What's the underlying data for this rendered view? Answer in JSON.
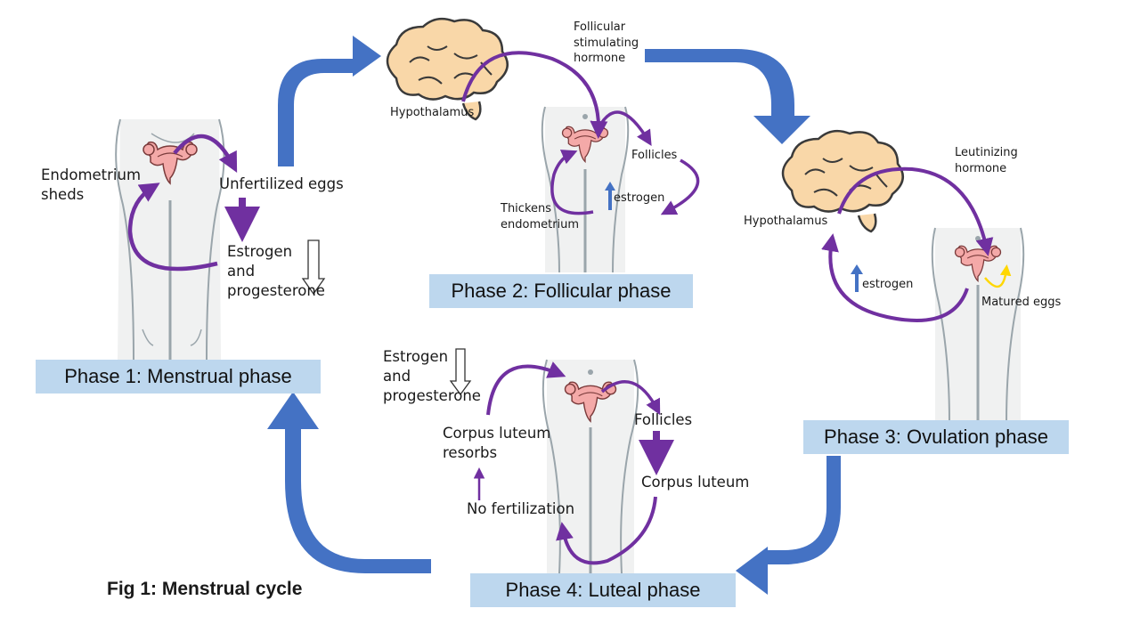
{
  "caption": "Fig 1: Menstrual cycle",
  "phases": {
    "p1": "Phase 1: Menstrual phase",
    "p2": "Phase 2: Follicular phase",
    "p3": "Phase 3: Ovulation phase",
    "p4": "Phase 4: Luteal phase"
  },
  "phase1": {
    "endometrium_sheds": "Endometrium\nsheds",
    "unfertilized_eggs": "Unfertilized eggs",
    "estrogen_progesterone": "Estrogen\nand\nprogesterone"
  },
  "phase2": {
    "hormone": "Follicular\nstimulating\nhormone",
    "hypothalamus": "Hypothalamus",
    "follicles": "Follicles",
    "thickens": "Thickens\nendometrium",
    "estrogen": "estrogen"
  },
  "phase3": {
    "hormone": "Leutinizing\nhormone",
    "hypothalamus": "Hypothalamus",
    "estrogen": "estrogen",
    "matured_eggs": "Matured eggs"
  },
  "phase4": {
    "estrogen_progesterone": "Estrogen\nand\nprogesterone",
    "corpus_resorbs": "Corpus luteum\nresorbs",
    "no_fertilization": "No fertilization",
    "follicles": "Follicles",
    "corpus_luteum": "Corpus luteum"
  },
  "colors": {
    "cycle_arrow": "#4472c4",
    "process_arrow": "#7030a0",
    "phase_box": "#bdd7ee",
    "brain": "#f9d7a8",
    "uterus": "#f4a9a8"
  }
}
